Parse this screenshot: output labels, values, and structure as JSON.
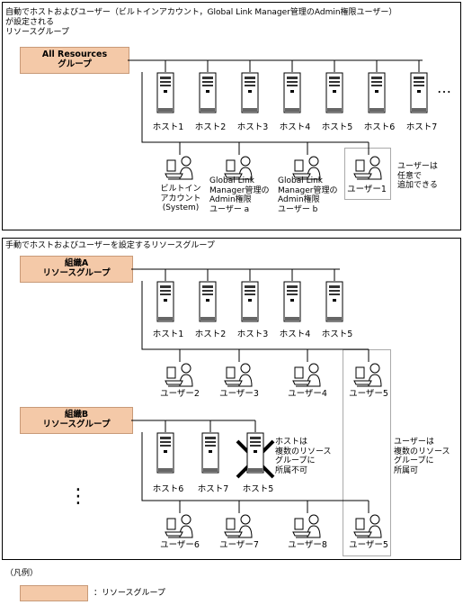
{
  "sec1": {
    "heading_line1": "自動でホストおよびユーザー（ビルトインアカウント，Global Link Manager管理のAdmin権限ユーザー）",
    "heading_line2": "が設定される",
    "heading_line3": "リソースグループ",
    "group_line1": "All Resources",
    "group_line2": "グループ",
    "hosts": [
      "ホスト1",
      "ホスト2",
      "ホスト3",
      "ホスト4",
      "ホスト5",
      "ホスト6",
      "ホスト7"
    ],
    "ellipsis": "…",
    "builtin": [
      "ビルトイン",
      "アカウント",
      "(System)"
    ],
    "admin_a": [
      "Global Link",
      "Manager管理の",
      "Admin権限",
      "ユーザー a"
    ],
    "admin_b": [
      "Global Link",
      "Manager管理の",
      "Admin権限",
      "ユーザー b"
    ],
    "user1": "ユーザー1",
    "note": [
      "ユーザーは",
      "任意で",
      "追加できる"
    ]
  },
  "sec2": {
    "heading": "手動でホストおよびユーザーを設定するリソースグループ",
    "groupA_line1": "組織A",
    "groupA_line2": "リソースグループ",
    "hostsA": [
      "ホスト1",
      "ホスト2",
      "ホスト3",
      "ホスト4",
      "ホスト5"
    ],
    "usersA": [
      "ユーザー2",
      "ユーザー3",
      "ユーザー4",
      "ユーザー5"
    ],
    "groupB_line1": "組織B",
    "groupB_line2": "リソースグループ",
    "hostsB": [
      "ホスト6",
      "ホスト7",
      "ホスト5"
    ],
    "host_note": [
      "ホストは",
      "複数のリソース",
      "グループに",
      "所属不可"
    ],
    "user_note": [
      "ユーザーは",
      "複数のリソース",
      "グループに",
      "所属可"
    ],
    "vdots": "⋮",
    "usersB": [
      "ユーザー6",
      "ユーザー7",
      "ユーザー8",
      "ユーザー5"
    ]
  },
  "legend": {
    "title": "（凡例）",
    "item": "：リソースグループ"
  },
  "colors": {
    "resource_group": "#f4c9a8",
    "cross": "#000000"
  }
}
